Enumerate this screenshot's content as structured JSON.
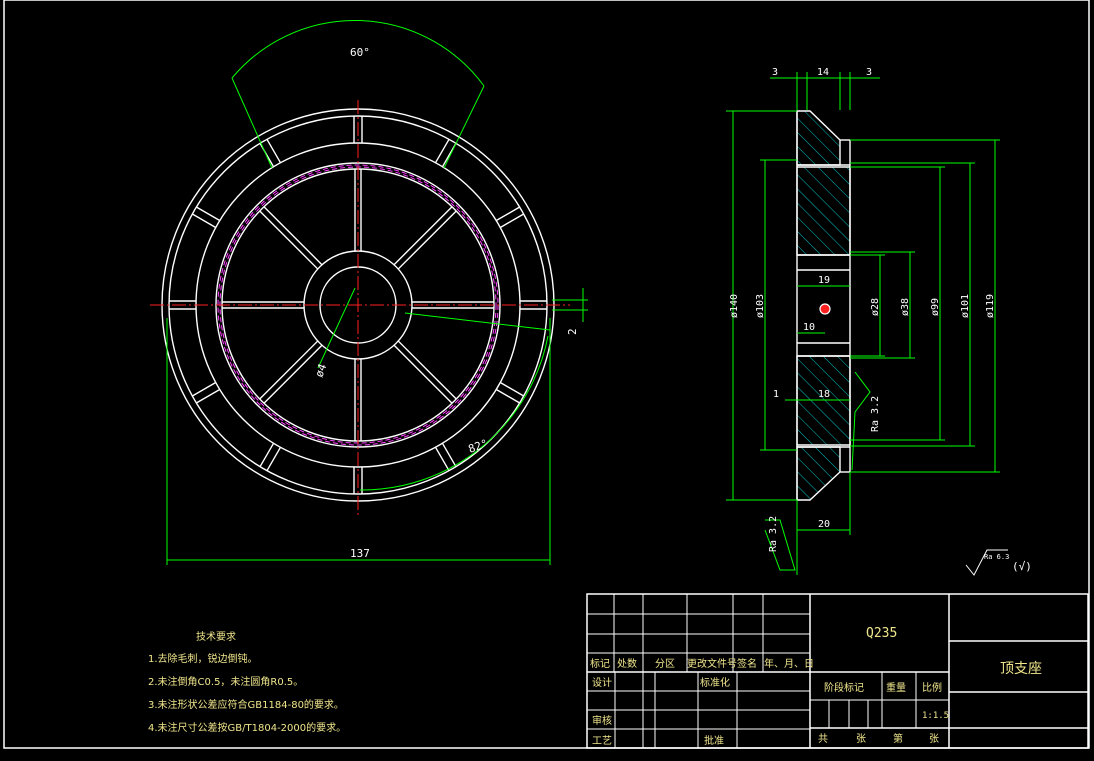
{
  "colors": {
    "outline": "#ffffff",
    "dimension": "#00ff00",
    "center": "#ff2020",
    "hidden": "#ff40ff",
    "hatch": "#00c0c0",
    "text_table": "#f0e68c",
    "text_dim": "#ffffff"
  },
  "front_view": {
    "angle_top": "60°",
    "angle_bottom": "82°",
    "dia_hole": "ø4",
    "width": "137",
    "gap": "2"
  },
  "section_view": {
    "top_dims": [
      "3",
      "14",
      "3"
    ],
    "diameters": [
      "ø140",
      "ø103",
      "ø28",
      "ø38",
      "ø99",
      "ø101",
      "ø119"
    ],
    "inner_19": "19",
    "inner_10": "10",
    "dim_1": "1",
    "dim_18": "18",
    "ra_right": "Ra 3.2",
    "ra_bottom": "Ra 3.2",
    "width_20": "20"
  },
  "roughness_note": {
    "symbol": "Ra 6.3",
    "paren": "(√)"
  },
  "tech_requirements": {
    "title": "技术要求",
    "items": [
      "1.去除毛刺，锐边倒钝。",
      "2.未注倒角C0.5，未注圆角R0.5。",
      "3.未注形状公差应符合GB1184-80的要求。",
      "4.未注尺寸公差按GB/T1804-2000的要求。"
    ]
  },
  "title_block": {
    "material": "Q235",
    "part_name": "顶支座",
    "rev_headers": [
      "标记",
      "处数",
      "分区",
      "更改文件号",
      "签名",
      "年、月、日"
    ],
    "design": "设计",
    "standardize": "标准化",
    "review": "审核",
    "process": "工艺",
    "approve": "批准",
    "stage_mark": "阶段标记",
    "weight": "重量",
    "scale": "比例",
    "scale_value": "1:1.5",
    "sheet": [
      "共",
      "张",
      "第",
      "张"
    ]
  }
}
